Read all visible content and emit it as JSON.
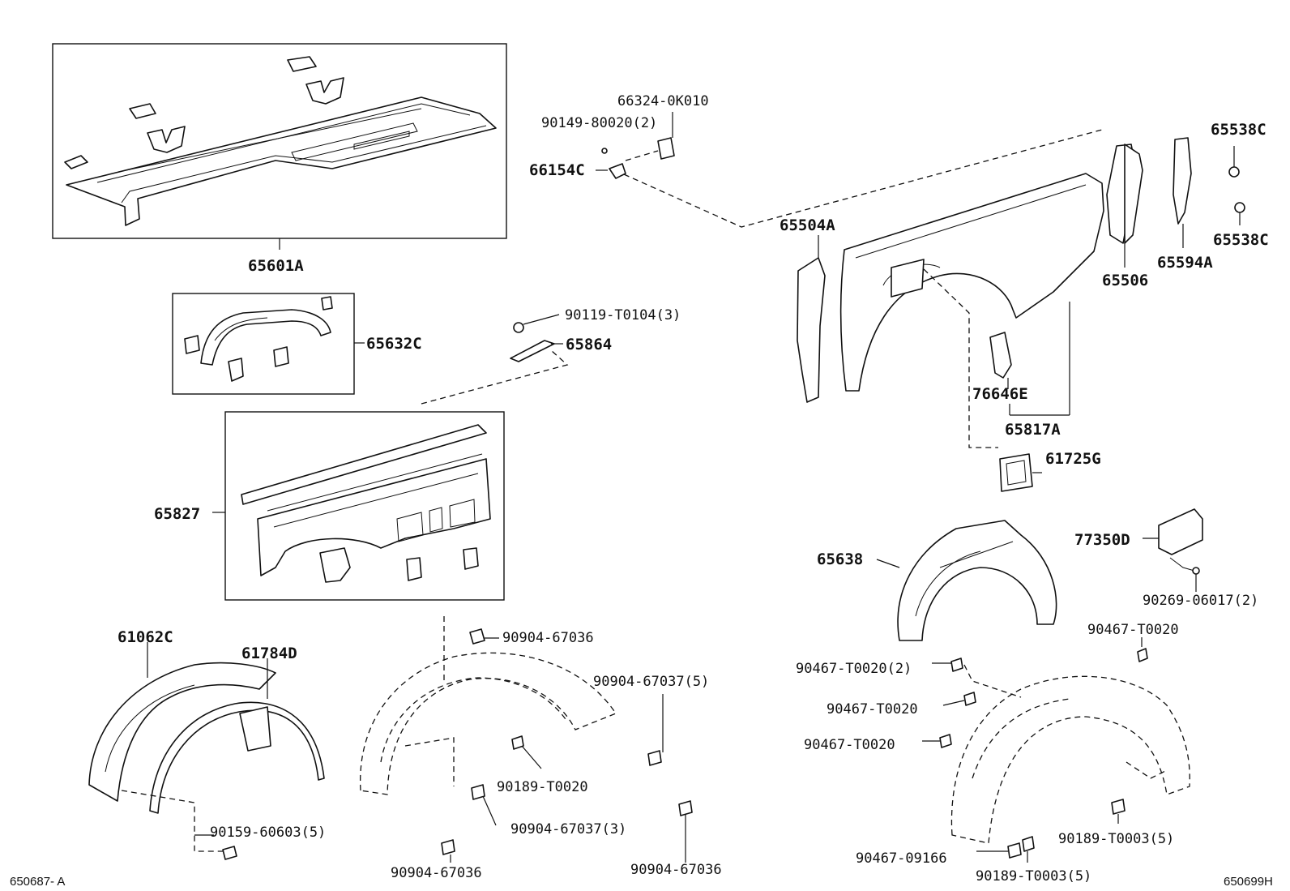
{
  "labels": {
    "p65601A": "65601A",
    "p65632C": "65632C",
    "p65827": "65827",
    "p61062C": "61062C",
    "p61784D": "61784D",
    "p90159_60603": "90159-60603(5)",
    "p66324_0K010": "66324-0K010",
    "p90149_80020": "90149-80020(2)",
    "p66154C": "66154C",
    "p90119_T0104": "90119-T0104(3)",
    "p65864": "65864",
    "p90904_67036_a": "90904-67036",
    "p90904_67037_5": "90904-67037(5)",
    "p90189_T0020": "90189-T0020",
    "p90904_67037_3": "90904-67037(3)",
    "p90904_67036_b": "90904-67036",
    "p90904_67036_c": "90904-67036",
    "p65504A": "65504A",
    "p65506": "65506",
    "p65594A": "65594A",
    "p65538C_a": "65538C",
    "p65538C_b": "65538C",
    "p76646E": "76646E",
    "p65817A": "65817A",
    "p61725G": "61725G",
    "p77350D": "77350D",
    "p90269_06017": "90269-06017(2)",
    "p65638": "65638",
    "p90467_T0020_r": "90467-T0020",
    "p90467_T0020_2": "90467-T0020(2)",
    "p90467_T0020_m": "90467-T0020",
    "p90467_T0020_l": "90467-T0020",
    "p90467_09166": "90467-09166",
    "p90189_T0003_5a": "90189-T0003(5)",
    "p90189_T0003_5b": "90189-T0003(5)"
  },
  "corners": {
    "left": "650687- A",
    "right": "650699H"
  }
}
